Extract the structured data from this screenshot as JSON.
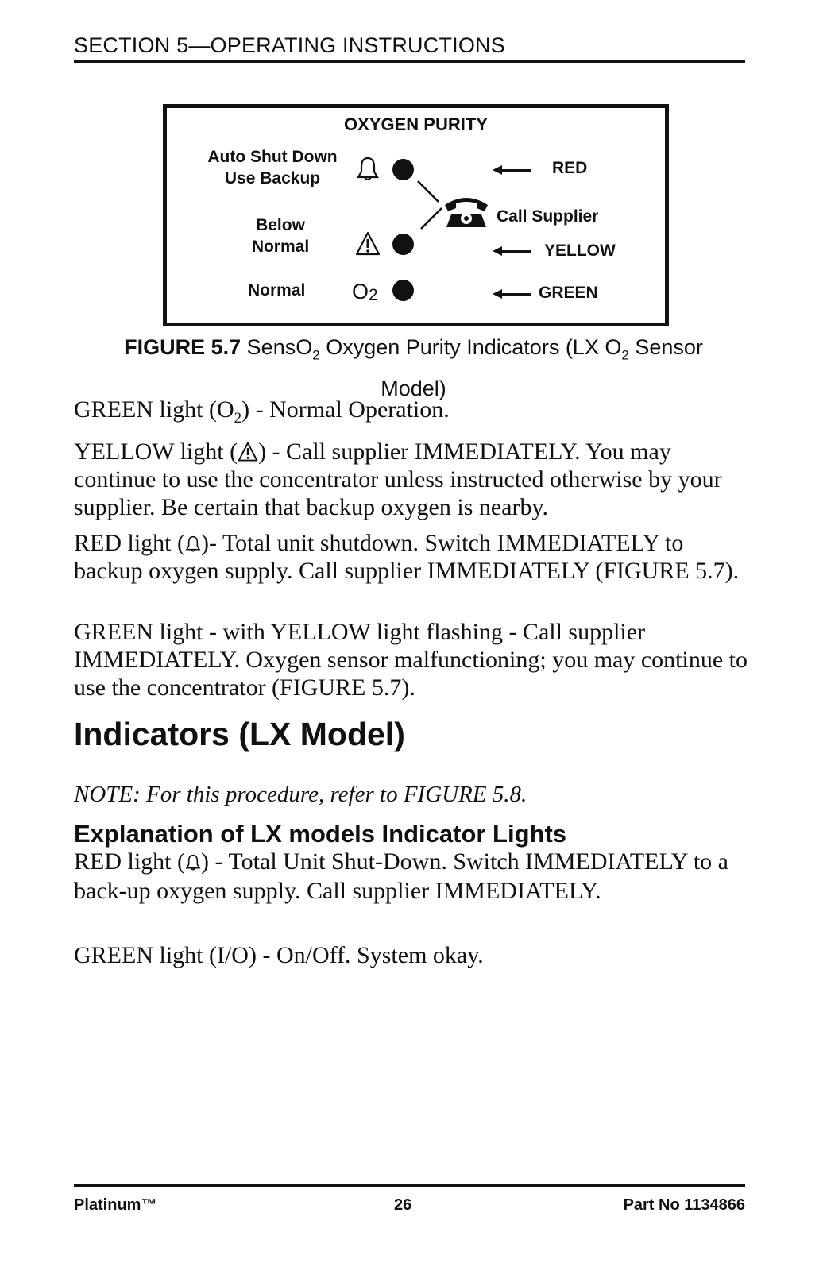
{
  "header": {
    "section_title": "SECTION 5—OPERATING INSTRUCTIONS"
  },
  "figure": {
    "title": "OXYGEN PURITY",
    "auto_shut_down": "Auto Shut Down",
    "use_backup": "Use Backup",
    "below": "Below",
    "normal_word": "Normal",
    "normal_label": "Normal",
    "o2_symbol": "O",
    "o2_subscript": "2",
    "red_label": "RED",
    "call_supplier": "Call Supplier",
    "yellow_label": "YELLOW",
    "green_label": "GREEN",
    "icons": [
      "bell-icon",
      "warning-triangle-icon",
      "telephone-icon",
      "o2-symbol",
      "arrow-left-icon"
    ]
  },
  "caption": {
    "figure_number": "FIGURE 5.7",
    "text_a": " SensO",
    "sub_1": "2",
    "text_b": " Oxygen Purity Indicators (LX O",
    "sub_2": "2",
    "text_c": " Sensor",
    "text_d": "Model)"
  },
  "paragraphs": {
    "green": {
      "a": "GREEN light (O",
      "sub": "2",
      "b": ") - Normal Operation."
    },
    "yellow": {
      "a": "YELLOW light (",
      "b": ") - Call supplier IMMEDIATELY. You may continue to use the concentrator unless instructed otherwise by your supplier. Be certain that backup oxygen is nearby."
    },
    "red": {
      "a": "RED light (",
      "b": ")- Total unit shutdown. Switch IMMEDIATELY to backup oxygen supply. Call supplier IMMEDIATELY (FIGURE 5.7)."
    },
    "green_flashing": "GREEN light - with YELLOW light flashing - Call supplier IMMEDIATELY. Oxygen sensor malfunctioning; you may continue to use the concentrator (FIGURE 5.7)."
  },
  "heading": "Indicators (LX Model)",
  "note": "NOTE: For this procedure, refer to FIGURE 5.8.",
  "subheading": "Explanation of LX models Indicator Lights",
  "lx_paragraphs": {
    "red": {
      "a": "RED light (",
      "b": ") - Total Unit Shut-Down. Switch IMMEDIATELY to a back-up oxygen supply. Call supplier IMMEDIATELY."
    },
    "green": "GREEN light (I/O) - On/Off. System okay."
  },
  "footer": {
    "product": "Platinum™",
    "page_number": "26",
    "part_number": "Part No 1134866"
  }
}
